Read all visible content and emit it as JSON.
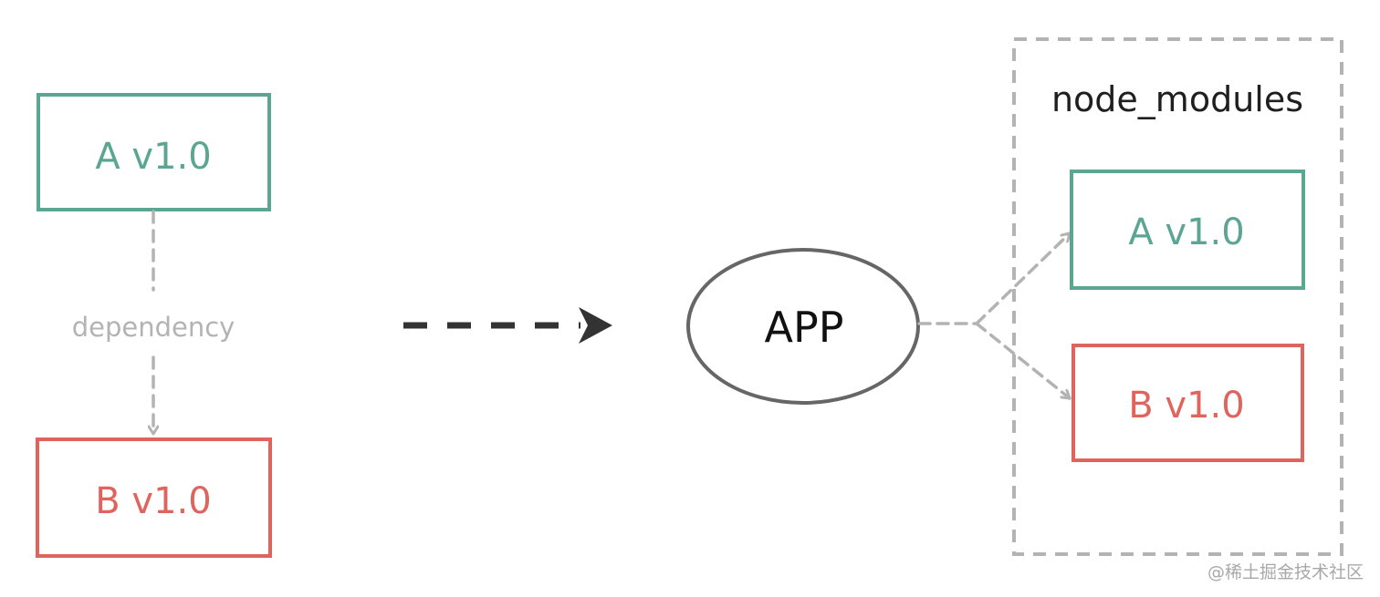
{
  "left_group": {
    "box_a": {
      "label": "A v1.0"
    },
    "box_b": {
      "label": "B v1.0"
    },
    "edge_label": "dependency"
  },
  "app_node": {
    "label": "APP"
  },
  "node_modules": {
    "title": "node_modules",
    "box_a": {
      "label": "A v1.0"
    },
    "box_b": {
      "label": "B v1.0"
    }
  },
  "watermark": "@稀土掘金技术社区",
  "colors": {
    "green": "#5aa692",
    "red": "#e0645e",
    "gray_dash": "#b3b3b3",
    "dark": "#333333",
    "ellipse_stroke": "#666666",
    "text_dark": "#1f1f1f"
  }
}
